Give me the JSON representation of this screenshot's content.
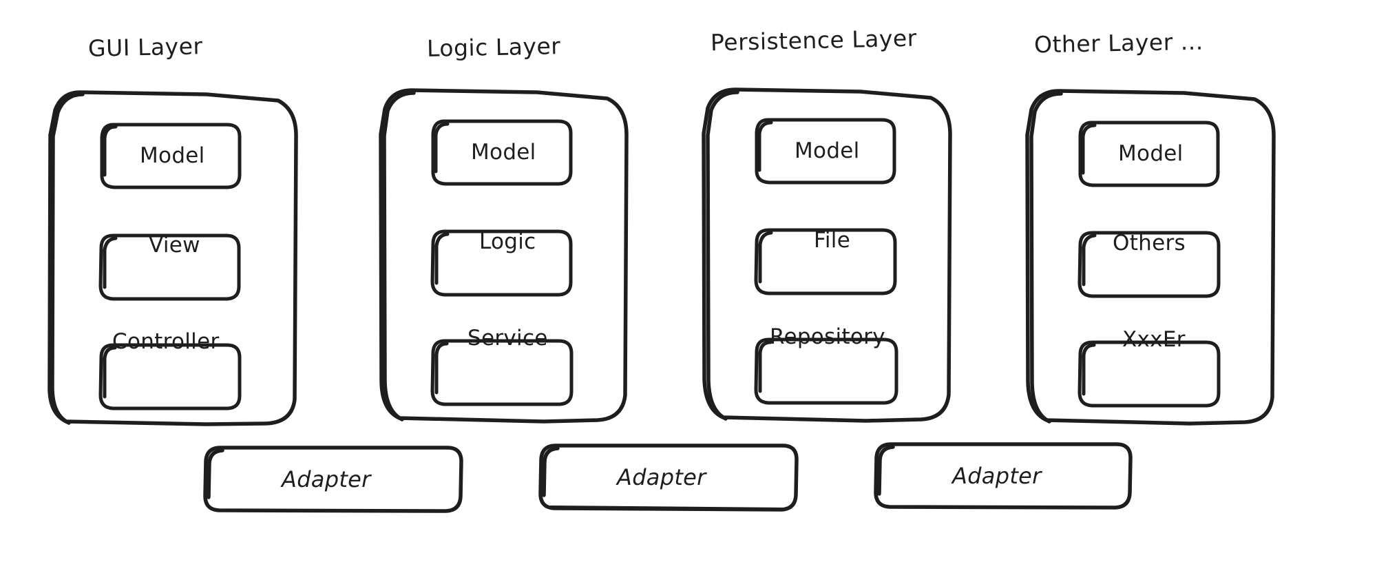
{
  "diagram": {
    "title": "Layered Architecture with Adapters",
    "background_color": "#ffffff",
    "stroke_color": "#1e1e1e",
    "style": "hand-drawn"
  },
  "layers": [
    {
      "title": "GUI Layer",
      "boxes": [
        {
          "label": "Model"
        },
        {
          "label": "View"
        },
        {
          "label": "Controller"
        }
      ]
    },
    {
      "title": "Logic Layer",
      "boxes": [
        {
          "label": "Model"
        },
        {
          "label": "Logic"
        },
        {
          "label": "Service"
        }
      ]
    },
    {
      "title": "Persistence Layer",
      "boxes": [
        {
          "label": "Model"
        },
        {
          "label": "File"
        },
        {
          "label": "Repository"
        }
      ]
    },
    {
      "title": "Other Layer ...",
      "boxes": [
        {
          "label": "Model"
        },
        {
          "label": "Others"
        },
        {
          "label": "XxxEr"
        }
      ]
    }
  ],
  "adapters": [
    {
      "label": "Adapter"
    },
    {
      "label": "Adapter"
    },
    {
      "label": "Adapter"
    }
  ]
}
